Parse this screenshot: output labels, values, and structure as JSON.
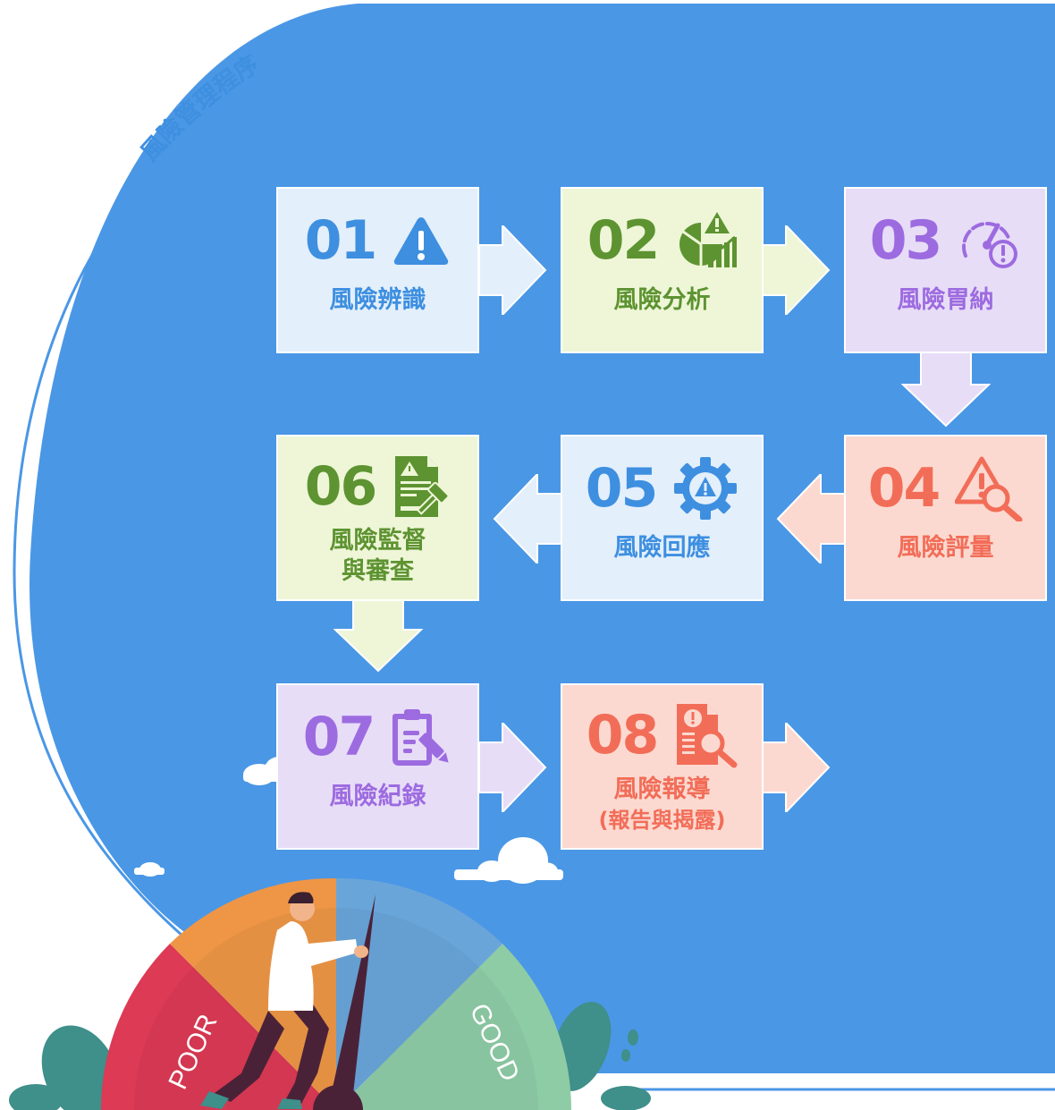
{
  "title": "風險管理程序",
  "steps": [
    {
      "num": "01",
      "label": "風險辨識",
      "icon": "warning-triangle-icon"
    },
    {
      "num": "02",
      "label": "風險分析",
      "icon": "pie-chart-analysis-icon"
    },
    {
      "num": "03",
      "label": "風險胃納",
      "icon": "gauge-alert-icon"
    },
    {
      "num": "04",
      "label": "風險評量",
      "icon": "warning-magnifier-icon"
    },
    {
      "num": "05",
      "label": "風險回應",
      "icon": "gear-warning-icon"
    },
    {
      "num": "06",
      "label": "風險監督",
      "label2": "與審查",
      "icon": "document-gavel-icon"
    },
    {
      "num": "07",
      "label": "風險紀錄",
      "icon": "clipboard-edit-icon"
    },
    {
      "num": "08",
      "label": "風險報導",
      "label2": "(報告與揭露)",
      "icon": "report-search-icon"
    }
  ],
  "gauge": {
    "poor_label": "POOR",
    "good_label": "GOOD"
  },
  "colors": {
    "background_blue": "#4a97e6",
    "blue": "#3e8fe0",
    "green": "#5d9331",
    "purple": "#9d6be0",
    "salmon": "#f26d58",
    "gauge_red": "#dc3a55",
    "gauge_orange": "#ee9646",
    "gauge_blue": "#6aa5da",
    "gauge_green": "#8ecca6"
  }
}
